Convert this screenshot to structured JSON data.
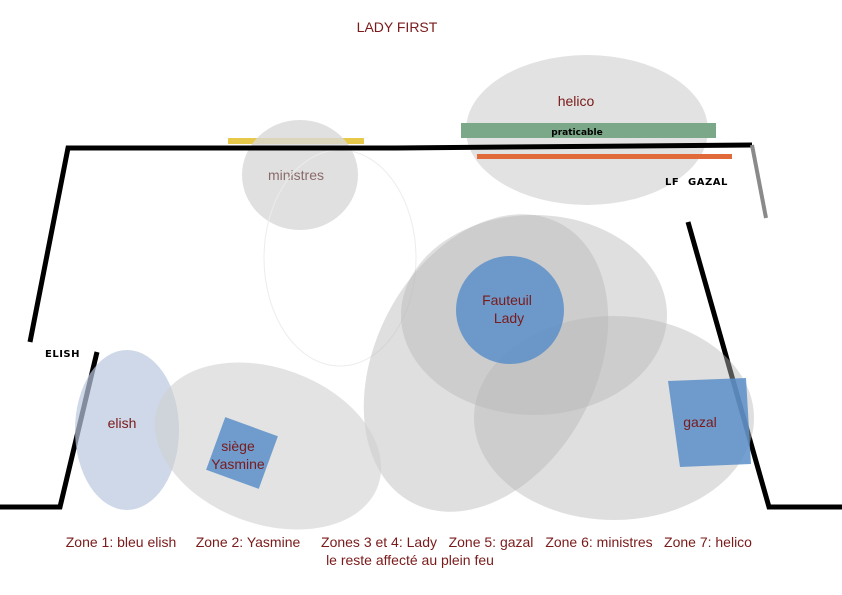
{
  "title": "LADY FIRST",
  "labels": {
    "helico": "helico",
    "praticable": "praticable",
    "ministres": "ministres",
    "lf": "LF",
    "gazal_tag": "GAZAL",
    "elish_tag": "ELISH",
    "fauteuil_line1": "Fauteuil",
    "fauteuil_line2": "Lady",
    "elish": "elish",
    "siege_line1": "siège",
    "siege_line2": "Yasmine",
    "gazal": "gazal"
  },
  "legend": {
    "zones": [
      "Zone 1: bleu elish",
      "Zone 2: Yasmine",
      "Zones 3 et 4: Lady",
      "Zone 5: gazal",
      "Zone 6: ministres",
      "Zone 7: helico"
    ],
    "note": "le reste affecté au plein feu"
  },
  "colors": {
    "text": "#7a1a1a",
    "zone_grey": "#b8b8b8",
    "blue": "#5b8fc9",
    "light_blue": "#b9c7de",
    "praticable": "#7aa888",
    "orange": "#e06a3a",
    "yellow": "#e6c84a",
    "wall": "#000000",
    "door": "#8a8a8a"
  }
}
